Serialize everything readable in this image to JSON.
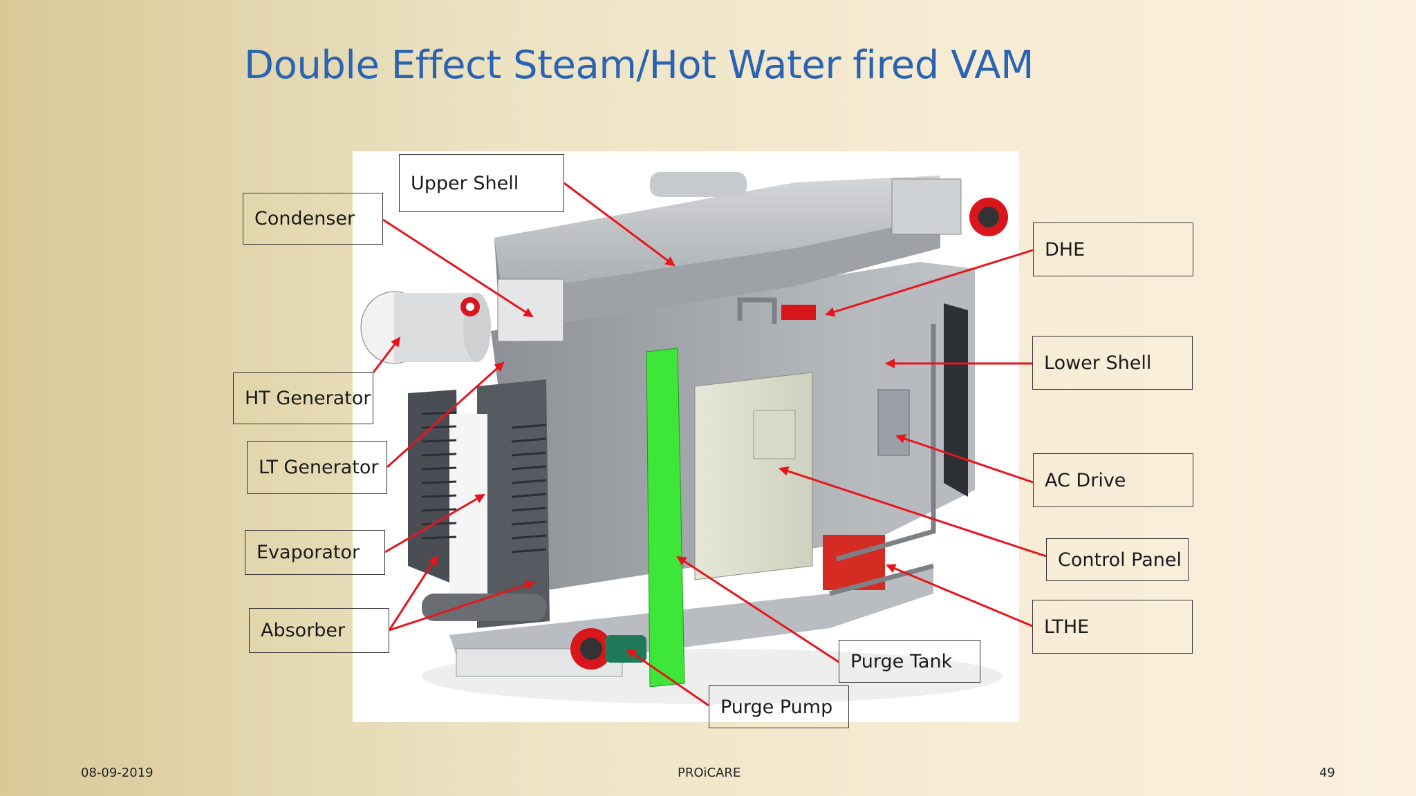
{
  "slide": {
    "title": "Double Effect Steam/Hot Water fired VAM",
    "footer_date": "08-09-2019",
    "footer_center": "PROiCARE",
    "page_number": "49"
  },
  "labels": {
    "upper_shell": "Upper Shell",
    "condenser": "Condenser",
    "ht_generator": "HT Generator",
    "lt_generator": "LT Generator",
    "evaporator": "Evaporator",
    "absorber": "Absorber",
    "dhe": "DHE",
    "lower_shell": "Lower Shell",
    "ac_drive": "AC Drive",
    "control_panel": "Control Panel",
    "lthe": "LTHE",
    "purge_tank": "Purge Tank",
    "purge_pump": "Purge Pump"
  },
  "colors": {
    "title": "#2a63b2",
    "arrow": "#e8141c",
    "purge_tank_green": "#3fe63a",
    "flange_red": "#d8161c"
  }
}
